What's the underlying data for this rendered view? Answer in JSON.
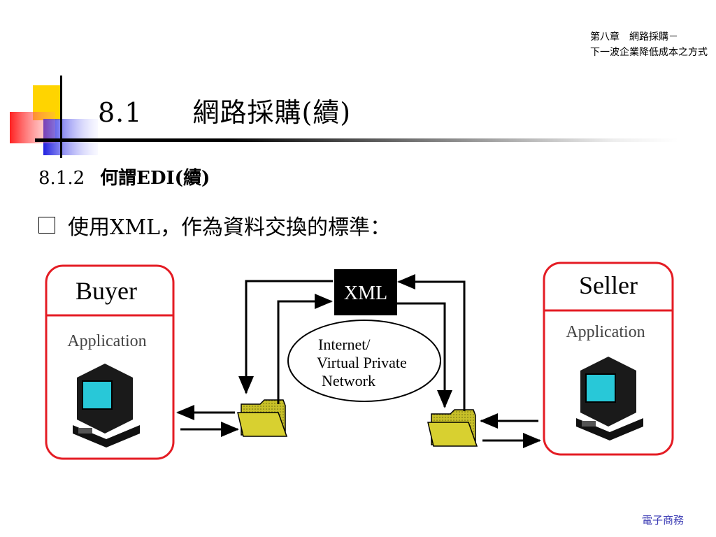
{
  "header": {
    "line1": "第八章　網路採購－",
    "line2": "下一波企業降低成本之方式"
  },
  "title": {
    "number": "8.1",
    "text": "網路採購(續)"
  },
  "subtitle": {
    "number": "8.1.2",
    "text": "何謂EDI(續)"
  },
  "bullet": {
    "text": "使用XML，作為資料交換的標準："
  },
  "diagram": {
    "buyer": {
      "title": "Buyer",
      "label": "Application"
    },
    "seller": {
      "title": "Seller",
      "label": "Application"
    },
    "xml": "XML",
    "network": {
      "line1": "Internet/",
      "line2": "Virtual Private",
      "line3": "Network"
    }
  },
  "footer": {
    "text": "電子商務"
  },
  "colors": {
    "box_border": "#e41c24",
    "folder": "#c8c028",
    "screen": "#28c8d8",
    "footer": "#3c3cb4"
  }
}
